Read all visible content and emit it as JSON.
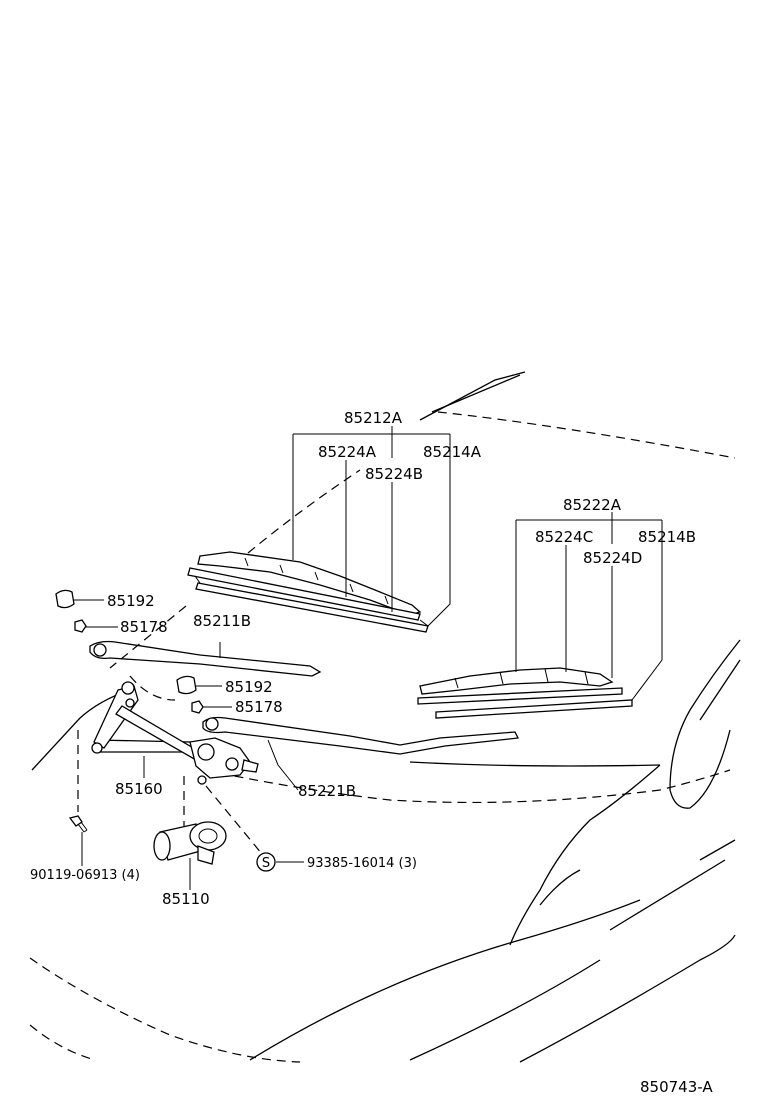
{
  "labels": {
    "blade_assy_front": "85212A",
    "blade_lh_a": "85224A",
    "blade_lh_b": "85224B",
    "rubber_lh": "85214A",
    "blade_assy_rear": "85222A",
    "blade_rh_c": "85224C",
    "blade_rh_d": "85224D",
    "rubber_rh": "85214B",
    "cap_upper": "85192",
    "nut_upper": "85178",
    "arm_lh": "85211B",
    "cap_lower": "85192",
    "nut_lower": "85178",
    "link_assy": "85160",
    "arm_rh": "85221B",
    "bolt": "90119-06913 (4)",
    "motor": "85110",
    "special_bolt": "93385-16014 (3)",
    "special_marker": "S",
    "diagram_code": "850743-A"
  }
}
